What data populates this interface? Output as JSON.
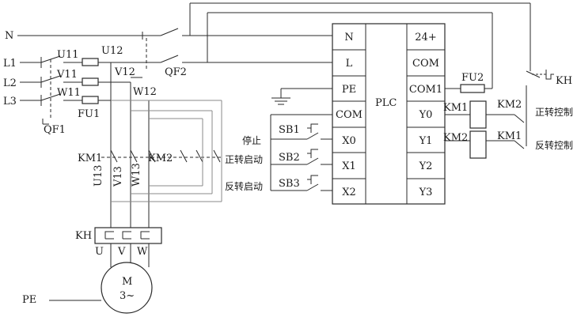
{
  "lines": {
    "n": "N",
    "l1": "L1",
    "l2": "L2",
    "l3": "L3",
    "pe": "PE"
  },
  "breakers": {
    "qf1": "QF1",
    "qf2": "QF2"
  },
  "wires": {
    "u11": "U11",
    "v11": "V11",
    "w11": "W11",
    "u12": "U12",
    "v12": "V12",
    "w12": "W12",
    "u13": "U13",
    "v13": "V13",
    "w13": "W13"
  },
  "fuses": {
    "fu1": "FU1",
    "fu2": "FU2"
  },
  "contactors": {
    "km1": "KM1",
    "km2": "KM2"
  },
  "relay": {
    "kh": "KH"
  },
  "motor": {
    "name": "M",
    "spec": "3~",
    "u": "U",
    "v": "V",
    "w": "W"
  },
  "buttons": {
    "sb1": "SB1",
    "sb2": "SB2",
    "sb3": "SB3"
  },
  "button_captions": {
    "stop": "停止",
    "forward": "正转启动",
    "reverse": "反转启动"
  },
  "plc": {
    "name": "PLC",
    "inputs": [
      "N",
      "L",
      "PE",
      "COM",
      "X0",
      "X1",
      "X2"
    ],
    "outputs": [
      "24+",
      "COM",
      "COM1",
      "Y0",
      "Y1",
      "Y2",
      "Y3"
    ]
  },
  "control_captions": {
    "forward": "正转控制",
    "reverse": "反转控制"
  },
  "colors": {
    "line": "#2a2a2a",
    "aux": "#888888",
    "background": "#ffffff"
  }
}
